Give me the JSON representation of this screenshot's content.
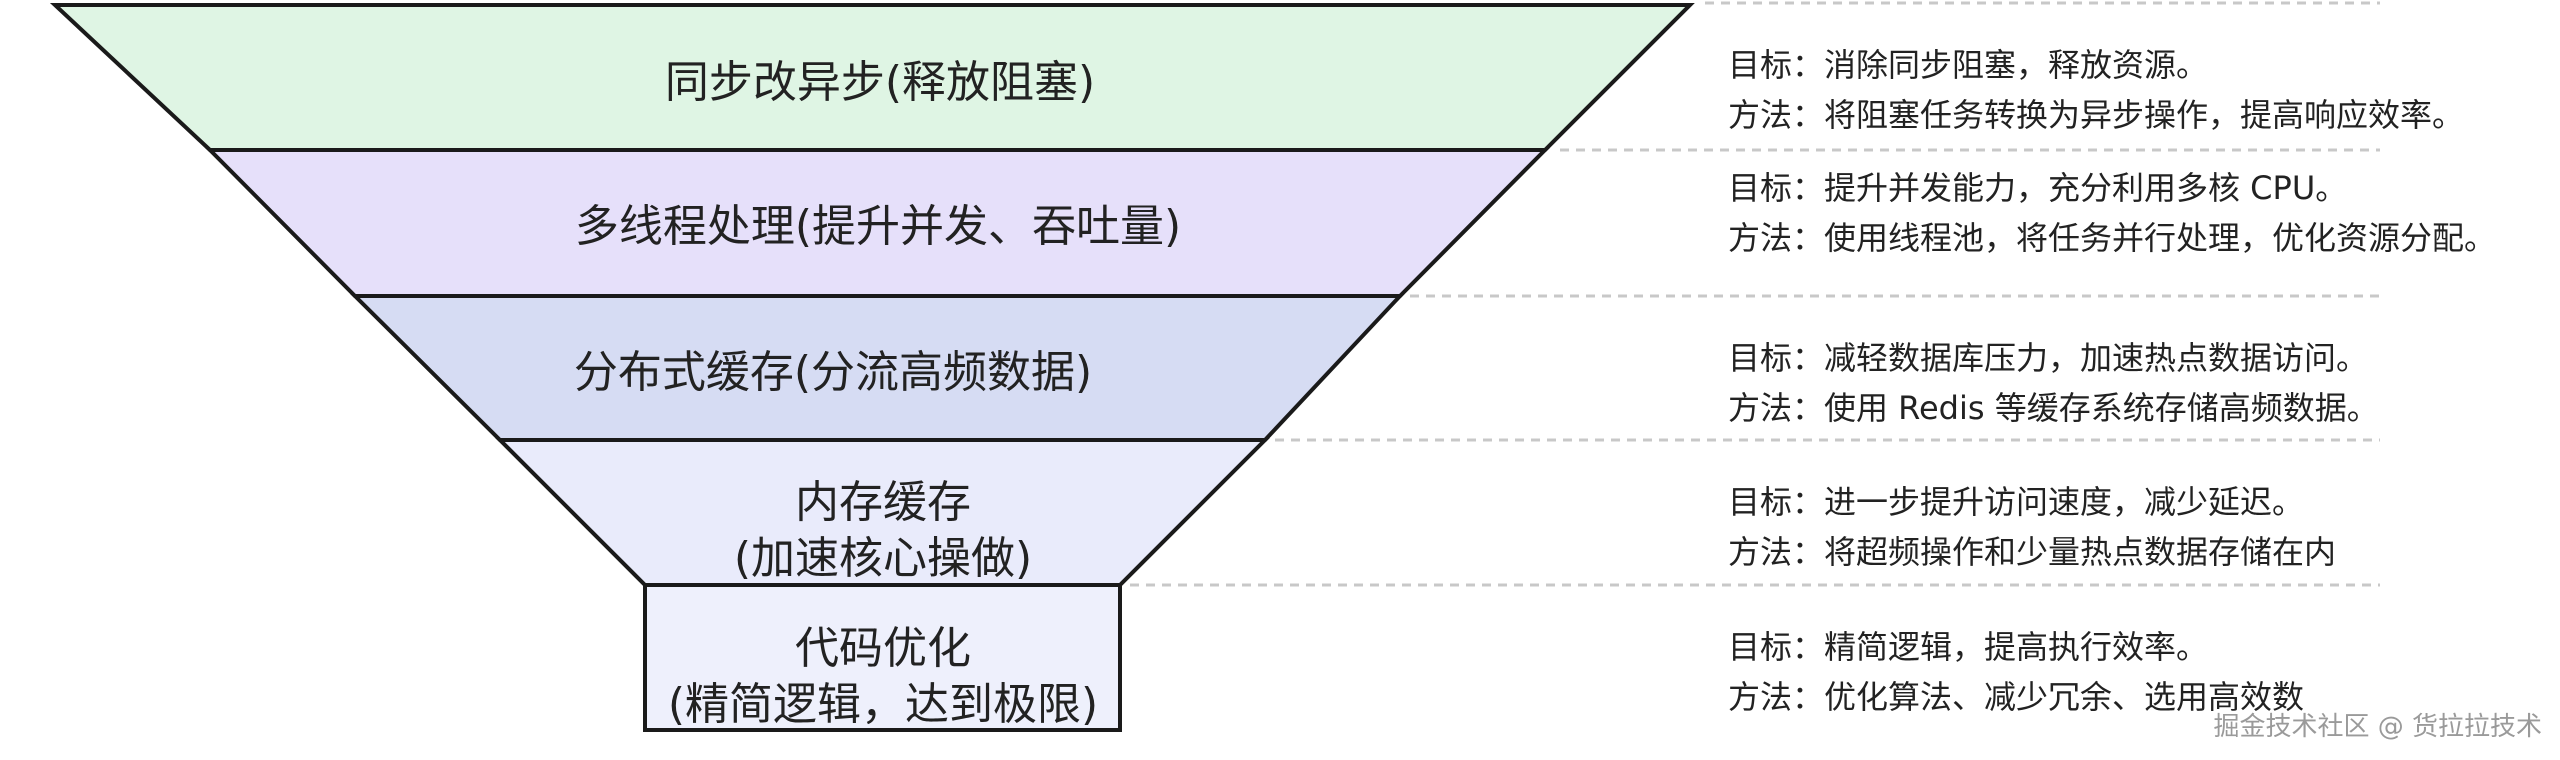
{
  "layers": [
    {
      "title_lines": [
        "同步改异步(释放阻塞)"
      ],
      "goal": "目标：消除同步阻塞，释放资源。",
      "method": "方法：将阻塞任务转换为异步操作，提高响应效率。",
      "fill": "#dff5e4"
    },
    {
      "title_lines": [
        "多线程处理(提升并发、吞吐量)"
      ],
      "goal": "目标：提升并发能力，充分利用多核 CPU。",
      "method": "方法：使用线程池，将任务并行处理，优化资源分配。",
      "fill": "#e6e0fa"
    },
    {
      "title_lines": [
        "分布式缓存(分流高频数据)"
      ],
      "goal": "目标：减轻数据库压力，加速热点数据访问。",
      "method": "方法：使用 Redis 等缓存系统存储高频数据。",
      "fill": "#d6dcf3"
    },
    {
      "title_lines": [
        "内存缓存",
        "(加速核心操做)"
      ],
      "goal": "目标：进一步提升访问速度，减少延迟。",
      "method": "方法：将超频操作和少量热点数据存储在内",
      "fill": "#e9ebfb"
    },
    {
      "title_lines": [
        "代码优化",
        "(精简逻辑，达到极限)"
      ],
      "goal": "目标：精简逻辑，提高执行效率。",
      "method": "方法：优化算法、减少冗余、选用高效数",
      "fill": "#eef0fc"
    }
  ],
  "watermark": "掘金技术社区 @ 货拉拉技术"
}
